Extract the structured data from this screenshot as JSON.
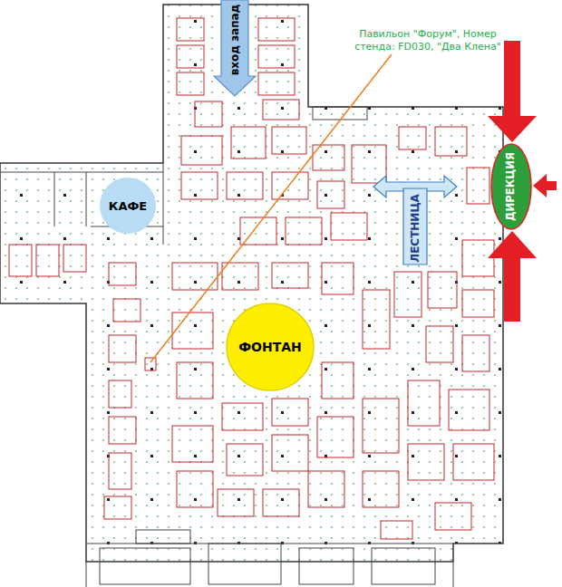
{
  "diagram": {
    "nodes": [
      {
        "text": [
          "вход запад"
        ]
      },
      {
        "text": [
          "КАФЕ"
        ]
      },
      {
        "text": [
          "ЛЕСТНИЦА"
        ]
      },
      {
        "text": [
          "ДИРЕКЦИЯ"
        ]
      },
      {
        "text": [
          "ФОНТАН"
        ]
      }
    ],
    "labels": [
      "Павильон \"Форум\", Номер стенда: FD030, \"Два Клена\""
    ]
  }
}
